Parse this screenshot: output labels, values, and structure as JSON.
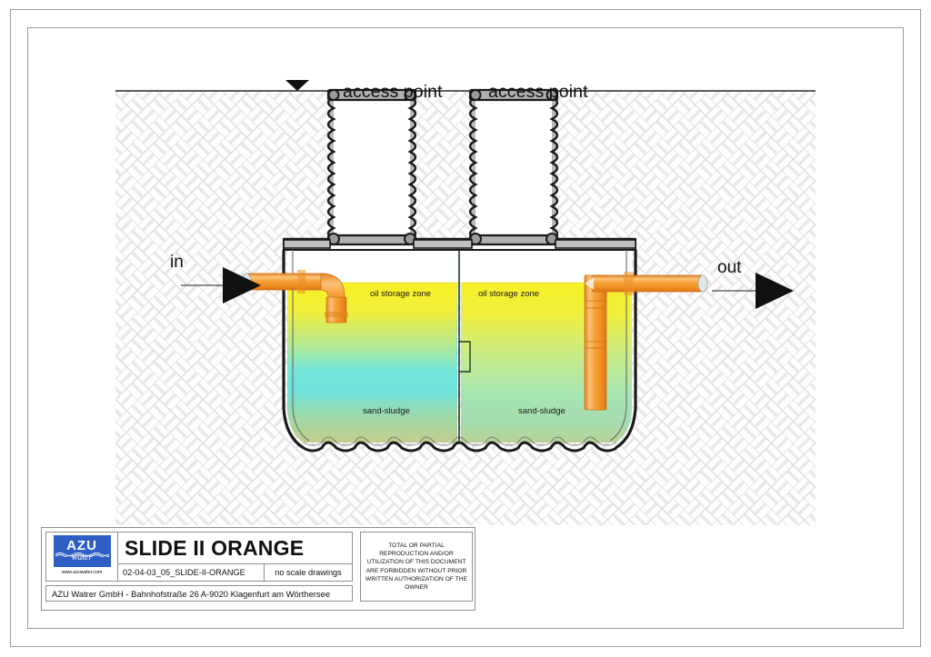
{
  "drawing": {
    "ground_symbol": "ground-level-triangle",
    "labels": {
      "access_point_left": "access point",
      "access_point_right": "access point",
      "inlet": "in",
      "outlet": "out",
      "oil_zone_left": "oil storage zone",
      "oil_zone_right": "oil storage zone",
      "sludge_left": "sand-sludge",
      "sludge_right": "sand-sludge"
    },
    "colors": {
      "pipe_orange": "#f0922c",
      "tank_outline": "#1a1a1a",
      "oil_yellow": "#f5ee23",
      "water_cyan": "#5fe3e0",
      "sludge_green": "#9fd0a0",
      "hatch_gray": "#d9d9d9",
      "frame_gray": "#9d9d9d"
    }
  },
  "title_block": {
    "logo": {
      "brand": "AZU",
      "sub": "water",
      "url": "www.azuwater.com"
    },
    "product_name": "SLIDE II ORANGE",
    "drawing_code": "02-04-03_05_SLIDE-II-ORANGE",
    "scale_note": "no scale drawings",
    "company_address": "AZU Watrer GmbH - Bahnhofstraße 26 A-9020 Klagenfurt am Wörthersee",
    "copyright": "TOTAL OR PARTIAL REPRODUCTION AND/OR UTILIZATION OF THIS DOCUMENT ARE FORBIDDEN WITHOUT PRIOR WRITTEN AUTHORIZATION OF THE OWNER"
  }
}
